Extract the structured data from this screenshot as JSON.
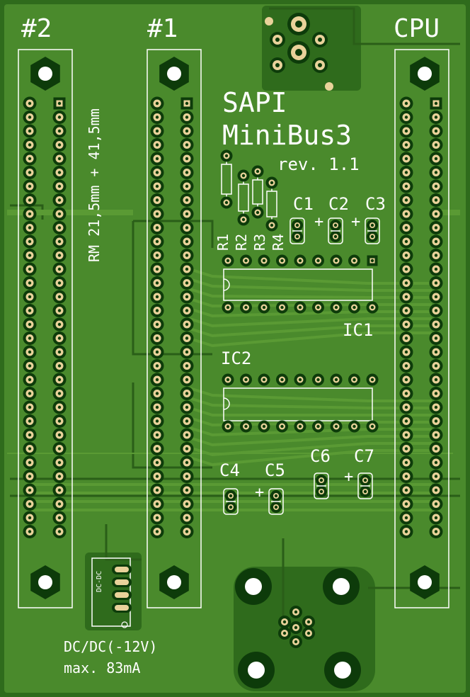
{
  "silkscreen": {
    "header_2": "#2",
    "header_1": "#1",
    "header_cpu": "CPU",
    "title_line1": "SAPI",
    "title_line2": "MiniBus3",
    "revision": "rev. 1.1",
    "rm_note": "RM 21,5mm + 41,5mm",
    "ic1": "IC1",
    "ic2": "IC2",
    "dcdc_small": "DC-DC",
    "dcdc_label": "DC/DC(-12V)",
    "max_current": "max. 83mA"
  },
  "resistors": [
    "R1",
    "R2",
    "R3",
    "R4"
  ],
  "capacitors": [
    "C1",
    "C2",
    "C3",
    "C4",
    "C5",
    "C6",
    "C7"
  ],
  "polarity_mark": "+",
  "colors": {
    "board": "#2f6b1c",
    "copper": "#4a8a2c",
    "trace": "#5a9a34",
    "pad_ring": "#0d3b0a",
    "pad_gold": "#e9d29a",
    "silk": "#ffffff"
  },
  "icons": [
    "mounting-hole-icon",
    "pin-pad-icon",
    "power-jack-icon",
    "din-connector-icon"
  ]
}
